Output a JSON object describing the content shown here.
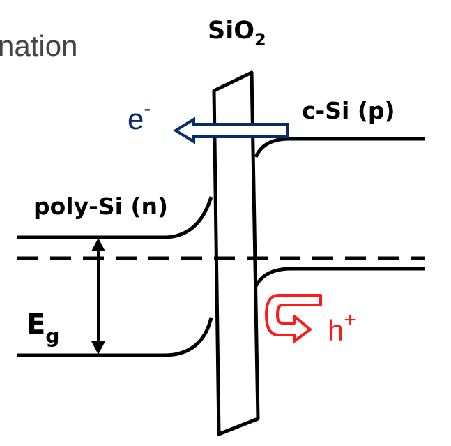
{
  "header_fragment": "nation",
  "oxide_label": {
    "base": "SiO",
    "subscript": "2"
  },
  "right_region_label": "c-Si (p)",
  "left_region_label": "poly-Si (n)",
  "bandgap_label": {
    "base": "E",
    "subscript": "g"
  },
  "electron_label": {
    "base": "e",
    "superscript": "-"
  },
  "hole_label": {
    "base": "h",
    "superscript": "+"
  },
  "colors": {
    "electron": "#0b2a6b",
    "hole": "#ff1a1a",
    "line": "#000000",
    "header_text": "#444444"
  }
}
